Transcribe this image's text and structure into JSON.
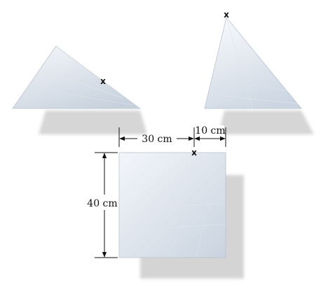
{
  "dimensions": {
    "width_left": "30 cm",
    "width_right": "10 cm",
    "height": "40 cm"
  },
  "markers": {
    "triangle_left": "x",
    "triangle_right": "x",
    "square_top": "x"
  },
  "colors": {
    "panel_fill_light": "#e9eef5",
    "panel_fill_dark": "#cdd6e2",
    "shadow": "#d4d4d4",
    "line": "#111111"
  }
}
